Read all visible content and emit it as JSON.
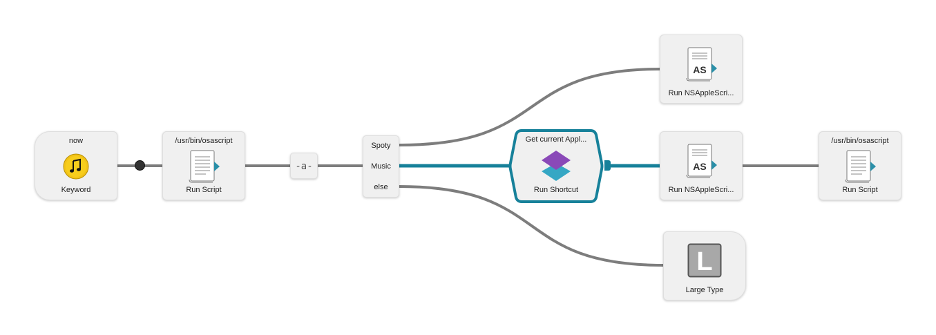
{
  "accent_color": "#17819a",
  "nodes": {
    "keyword": {
      "top": "now",
      "bottom": "Keyword",
      "icon": "music-note-icon"
    },
    "run_script_1": {
      "top": "/usr/bin/osascript",
      "bottom": "Run Script",
      "icon": "script-document-icon"
    },
    "arg_var": {
      "label": "-a-"
    },
    "conditional": {
      "outputs": [
        "Spoty",
        "Music",
        "else"
      ]
    },
    "run_shortcut": {
      "top": "Get current Appl...",
      "bottom": "Run Shortcut",
      "icon": "shortcuts-icon"
    },
    "applescript_top": {
      "bottom": "Run NSAppleScri...",
      "icon": "applescript-document-icon"
    },
    "applescript_mid": {
      "bottom": "Run NSAppleScri...",
      "icon": "applescript-document-icon"
    },
    "run_script_2": {
      "top": "/usr/bin/osascript",
      "bottom": "Run Script",
      "icon": "script-document-icon"
    },
    "large_type": {
      "bottom": "Large Type",
      "icon": "large-type-icon",
      "glyph": "L"
    }
  },
  "icon_labels": {
    "applescript": "AS"
  }
}
